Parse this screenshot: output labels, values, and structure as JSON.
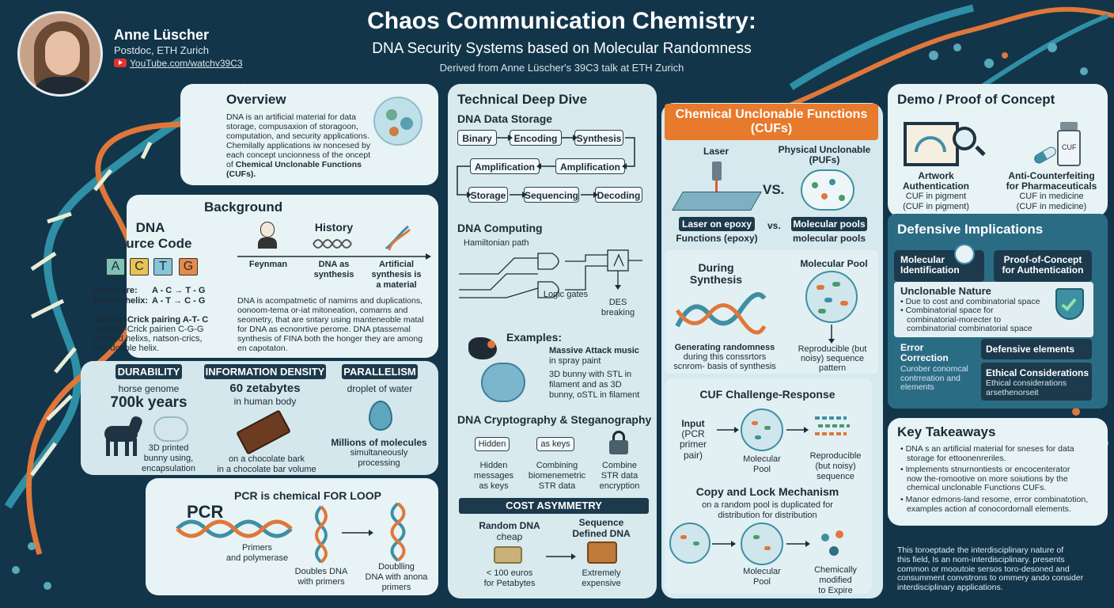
{
  "header": {
    "speaker_name": "Anne Lüscher",
    "speaker_role": "Postdoc, ETH Zurich",
    "speaker_link": "YouTube.com/watchv39C3",
    "title": "Chaos Communication Chemistry:",
    "subtitle": "DNA Security Systems based on Molecular Randomness",
    "source_line": "Derived from Anne Lüscher's 39C3 talk at ETH Zurich"
  },
  "overview": {
    "title": "Overview",
    "text": "DNA is an artificial material for data storage, compusaxion of storagoon, computation, and security applications. Chemilally applications iw noncesed by each concept uncionness of the oncept of",
    "text_bold": "Chemical Unclonable Functions (CUFs)."
  },
  "background": {
    "title": "Background",
    "dna_title_1": "DNA",
    "dna_title_2": "Source Code",
    "letters": [
      "A",
      "C",
      "T",
      "G"
    ],
    "bases_label": "Bases are:",
    "bases_value": "A - C → T - G",
    "helix_label": "Double helix:",
    "helix_value": "A - T → C - G",
    "pairing_text_1": "Watson-Crick pairing A-T- C",
    "pairing_text_2": "anatson-Crick pairien C-G-G",
    "pairing_text_3": "sonified helixs, natson-crics,",
    "pairing_text_4": "and double helix.",
    "history_title": "History",
    "history_items": [
      {
        "label_1": "Feynman",
        "label_2": ""
      },
      {
        "label_1": "DNA as",
        "label_2": "synthesis"
      },
      {
        "label_1": "Artificial",
        "label_2": "synthesis is",
        "label_3": "a material"
      }
    ],
    "history_text": "DNA is acompatmetic of namirns and duplications, oonoom-tema or-iat mitoneation, comarns and seometry, that are sntary using manteneoble matal for DNA as ecnonrtive perome. DNA ptassemal synthesis of FINA both the honger they are among en capotaton."
  },
  "properties": [
    {
      "label": "DURABILITY",
      "line_1": "horse genome",
      "big": "700k years",
      "caption_1": "3D printed",
      "caption_2": "bunny using,",
      "caption_3": "encapsulation"
    },
    {
      "label": "INFORMATION DENSITY",
      "big": "60 zetabytes",
      "line_1": "in human body",
      "caption_1": "on a chocolate bark",
      "caption_2": "in a chocolate bar volume"
    },
    {
      "label": "PARALLELISM",
      "line_1": "droplet of water",
      "caption_1": "Millions of molecules",
      "caption_2": "simultaneously",
      "caption_3": "processing"
    }
  ],
  "pcr": {
    "title": "PCR is chemical FOR LOOP",
    "big": "PCR",
    "step_1_1": "Primers",
    "step_1_2": "and polymerase",
    "step_2_1": "Doubles DNA",
    "step_2_2": "with primers",
    "step_3_1": "Doublling",
    "step_3_2": "DNA with anona",
    "step_3_3": "primers"
  },
  "technical": {
    "title": "Technical Deep Dive",
    "storage_title": "DNA Data Storage",
    "storage_boxes": [
      "Binary",
      "Encoding",
      "Synthesis",
      "Amplification",
      "Amplification",
      "Storage",
      "Sequencing",
      "Decoding"
    ],
    "computing_title": "DNA Computing",
    "hamiltonian": "Hamiltonian path",
    "logic_gates": "Logic gates",
    "des_1": "DES",
    "des_2": "breaking",
    "examples_title": "Examples:",
    "example_1_1": "Massive Attack music",
    "example_1_2": "in spray paint",
    "example_2_1": "3D bunny with STL in",
    "example_2_2": "filament and as 3D",
    "example_2_3": "bunny, oSTL in filament",
    "crypto_title": "DNA Cryptography & Steganography",
    "hidden_box": "Hidden",
    "keys_box": "as keys",
    "crypto_1_1": "Hidden",
    "crypto_1_2": "messages",
    "crypto_1_3": "as keys",
    "crypto_2_1": "Combining",
    "crypto_2_2": "biomenemetric",
    "crypto_2_3": "STR data",
    "crypto_3_1": "Combine",
    "crypto_3_2": "STR data",
    "crypto_3_3": "encryption",
    "cost_title": "COST ASYMMETRY",
    "cost_1_1": "Random DNA",
    "cost_1_2": "cheap",
    "cost_1_3": "< 100 euros",
    "cost_1_4": "for Petabytes",
    "cost_2_1": "Sequence",
    "cost_2_2": "Defined DNA",
    "cost_2_3": "Extremely",
    "cost_2_4": "expensive"
  },
  "cufs": {
    "title_1": "Chemical Unclonable Functions",
    "title_2": "(CUFs)",
    "laser": "Laser",
    "pufs_1": "Physical Unclonable",
    "pufs_2": "(PUFs)",
    "vs": "VS.",
    "vs_small": "vs.",
    "laser_tag": "Laser on epoxy",
    "laser_caption": "Functions (epoxy)",
    "pool_tag": "Molecular pools",
    "pool_caption": "molecular pools",
    "during_1": "During",
    "during_2": "Synthesis",
    "molpool": "Molecular Pool",
    "gen_1": "Generating randomness",
    "gen_2": "during this conssrtors",
    "gen_3": "scnrom- basis of synthesis",
    "repro_1": "Reproducible (but",
    "repro_2": "noisy) sequence",
    "repro_3": "pattern",
    "challenge_title": "CUF Challenge-Response",
    "input_1": "Input",
    "input_2": "(PCR",
    "input_3": "primer pair)",
    "mp_1": "Molecular",
    "mp_2": "Pool",
    "rep_1": "Reproducible",
    "rep_2": "(but noisy)",
    "rep_3": "sequence",
    "copy_title": "Copy and Lock Mechanism",
    "copy_1": "on a random pool is duplicated for",
    "copy_2": "distribution for distribution",
    "mp2_1": "Molecular",
    "mp2_2": "Pool",
    "chem_1": "Chemically",
    "chem_2": "modified",
    "chem_3": "to Expire"
  },
  "demo": {
    "title": "Demo / Proof of Concept",
    "cuf_label": "CUF",
    "item_1_1": "Artwork",
    "item_1_2": "Authentication",
    "item_1_3": "CUF in pigment",
    "item_1_4": "(CUF in pigment)",
    "item_2_1": "Anti-Counterfeiting",
    "item_2_2": "for Pharmaceuticals",
    "item_2_3": "CUF in medicine",
    "item_2_4": "(CUF in medicine)"
  },
  "defensive": {
    "title": "Defensive Implications",
    "mol_1": "Molecular",
    "mol_2": "Identification",
    "poc_1": "Proof-of-Concept",
    "poc_2": "for Authentication",
    "unclon_title": "Unclonable Nature",
    "unclon_1": "• Due to cost and combinatorial space",
    "unclon_2": "• Combinatorial space for",
    "unclon_3": "combinatorial-morecter to",
    "unclon_4": "combinatorial combinatorial space",
    "err_1": "Error",
    "err_2": "Correction",
    "err_3": "Curober conomcal",
    "err_4": "contrreation and",
    "err_5": "elements",
    "def_el": "Defensive elements",
    "eth_1": "Ethical Considerations",
    "eth_2": "Ethical considerations",
    "eth_3": "arsethenorseit"
  },
  "takeaways": {
    "title": "Key Takeaways",
    "b1_1": "• DNA s an artificial material for sneses for data",
    "b1_2": "storage for ettoonenreriles.",
    "b2_1": "• Implements stnurnontiests or encocenterator",
    "b2_2": "now the-romootive on more soiutions by the",
    "b2_3": "chemical unclonable Functions CUFs.",
    "b3_1": "• Manor edmons-land resome, error combinatotion,",
    "b3_2": "examples action af conocordornall elements."
  },
  "footer": {
    "text_1": "This toroeptade the interdisciplinary nature of",
    "text_2": "this field, Is an nom-interdisciplinary. presents",
    "text_3": "common or mooutoie sersos toro-desoned and",
    "text_4": "consumment convstrons to ommery ando consider",
    "text_5": "interdisciplinary applications."
  },
  "colors": {
    "background": "#12354a",
    "panel": "#dcedf1",
    "accent_orange": "#e77a2c",
    "dark_label": "#1c3a4c",
    "teal": "#3f8fa3"
  }
}
